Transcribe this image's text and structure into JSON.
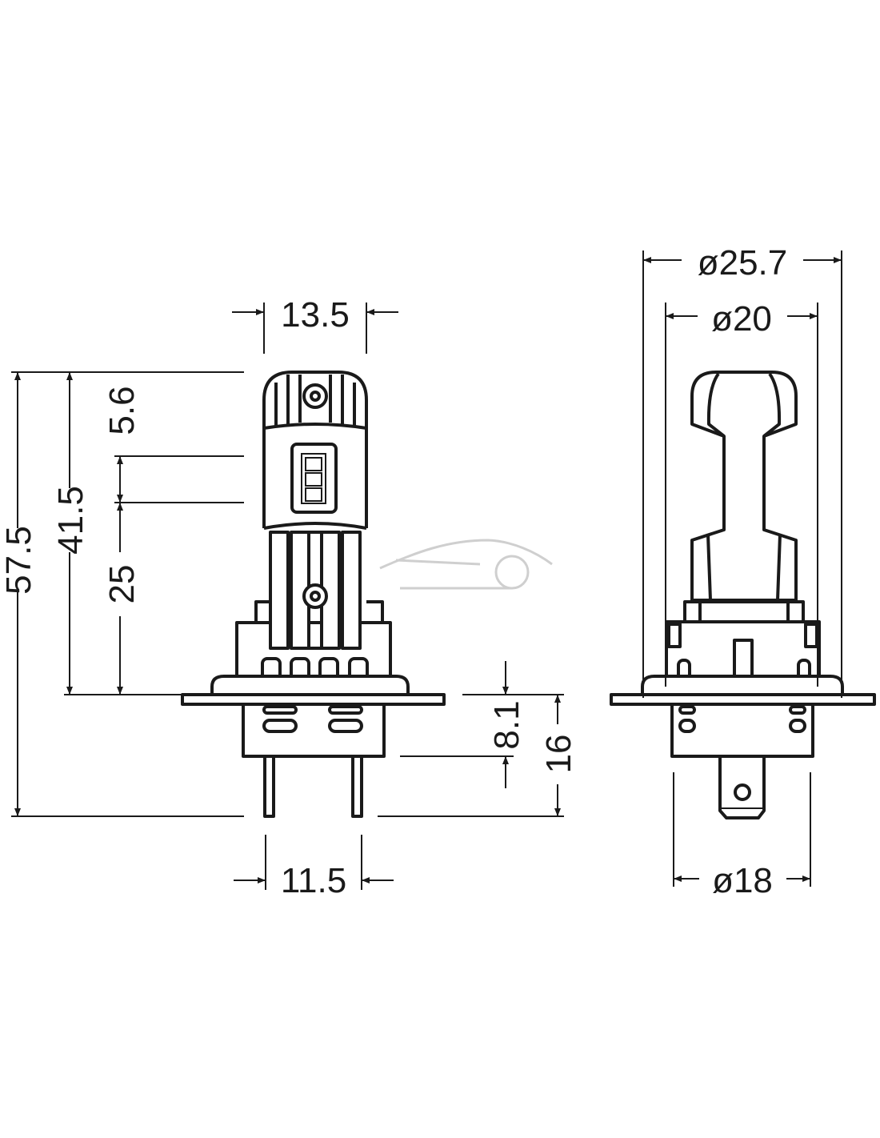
{
  "diagram": {
    "side_view": {
      "dimensions": {
        "top_width": "13.5",
        "total_height": "57.5",
        "height_to_flange": "41.5",
        "led_window": "5.6",
        "led_to_flange": "25",
        "flange_to_base": "8.1",
        "flange_to_pin_end": "16",
        "pin_spacing": "11.5"
      }
    },
    "front_view": {
      "dimensions": {
        "outer_diameter": "ø25.7",
        "body_diameter": "ø20",
        "base_diameter": "ø18"
      }
    },
    "colors": {
      "line": "#1a1a1a",
      "background": "#ffffff",
      "watermark": "#cfcfcf"
    }
  }
}
